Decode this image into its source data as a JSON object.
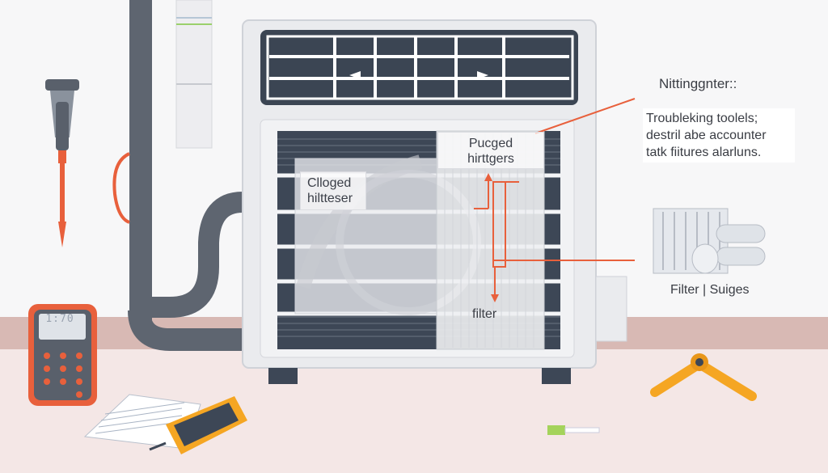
{
  "labels": {
    "clogged_filter": [
      "Clloged",
      "hiltteser"
    ],
    "purged_filters": [
      "Pucged",
      "hirttgers"
    ],
    "filter_bottom": "filter",
    "side_title": "Nittinggnter::",
    "side_text": [
      "Troubleking toolels;",
      "destril abe accounter",
      "tatk fiitures alarluns."
    ],
    "filter_parts": "Filter | Suiges"
  },
  "meter_display": "1:70",
  "colors": {
    "accent": "#e8603c",
    "unit_body": "#e9eaed",
    "grille_dark": "#3b4553",
    "pipe": "#59606b",
    "floor": "#f4e7e6",
    "wrench": "#f5a623"
  },
  "icons": [
    "screwdriver-icon",
    "multimeter-icon",
    "wrench-icon",
    "voltage-tester-icon",
    "filter-cartridge-icon"
  ]
}
